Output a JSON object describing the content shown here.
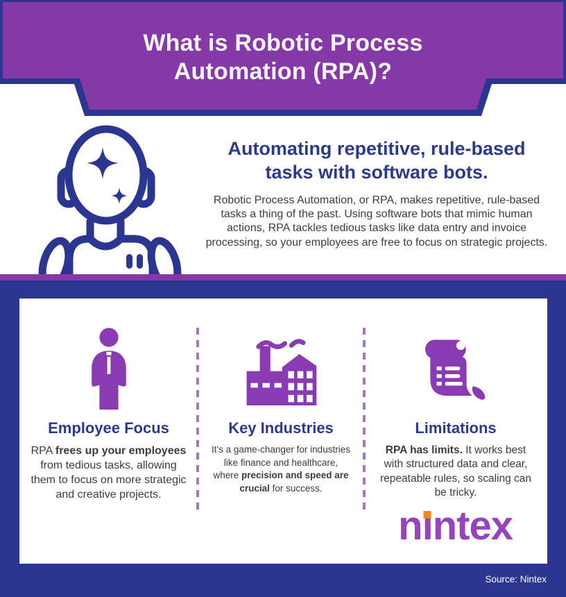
{
  "colors": {
    "banner_purple": "#8539A8",
    "navy": "#2B3690",
    "heading_navy": "#2D3A8C",
    "body_gray": "#3C3A45",
    "icon_purple": "#8A3AB2",
    "divider_purple": "#A876BC",
    "logo_purple": "#9643BC",
    "logo_dot_orange": "#F6871F",
    "title_offwhite": "#F8F5F0"
  },
  "header": {
    "title": "What is Robotic Process Automation (RPA)?"
  },
  "intro": {
    "icon": "person-sparkles-icon",
    "heading": "Automating repetitive, rule-based tasks with software bots.",
    "body": "Robotic Process Automation, or RPA, makes repetitive, rule-based tasks a thing of the past. Using software bots that mimic human actions, RPA tackles tedious tasks like data entry and invoice processing, so your employees are free to focus on strategic projects."
  },
  "columns": [
    {
      "icon": "businessman-icon",
      "title": "Employee Focus",
      "body": [
        {
          "t": "RPA ",
          "b": false
        },
        {
          "t": "frees up your employees",
          "b": true
        },
        {
          "t": " from tedious tasks, allowing them to focus on more strategic and creative projects.",
          "b": false
        }
      ]
    },
    {
      "icon": "factory-icon",
      "title": "Key Industries",
      "body": [
        {
          "t": "It's a game-changer for industries like finance and healthcare, where ",
          "b": false
        },
        {
          "t": "precision and speed are crucial",
          "b": true
        },
        {
          "t": " for success.",
          "b": false
        }
      ]
    },
    {
      "icon": "scroll-icon",
      "title": "Limitations",
      "body": [
        {
          "t": "RPA has limits.",
          "b": true
        },
        {
          "t": " It works best with structured data and clear, repeatable rules, so scaling can be tricky.",
          "b": false
        }
      ]
    }
  ],
  "brand": {
    "logo": "nintex",
    "logo_display": {
      "pre": "n",
      "i_stem": "ı",
      "post": "ntex"
    }
  },
  "footer": {
    "source": "Source: Nintex"
  }
}
